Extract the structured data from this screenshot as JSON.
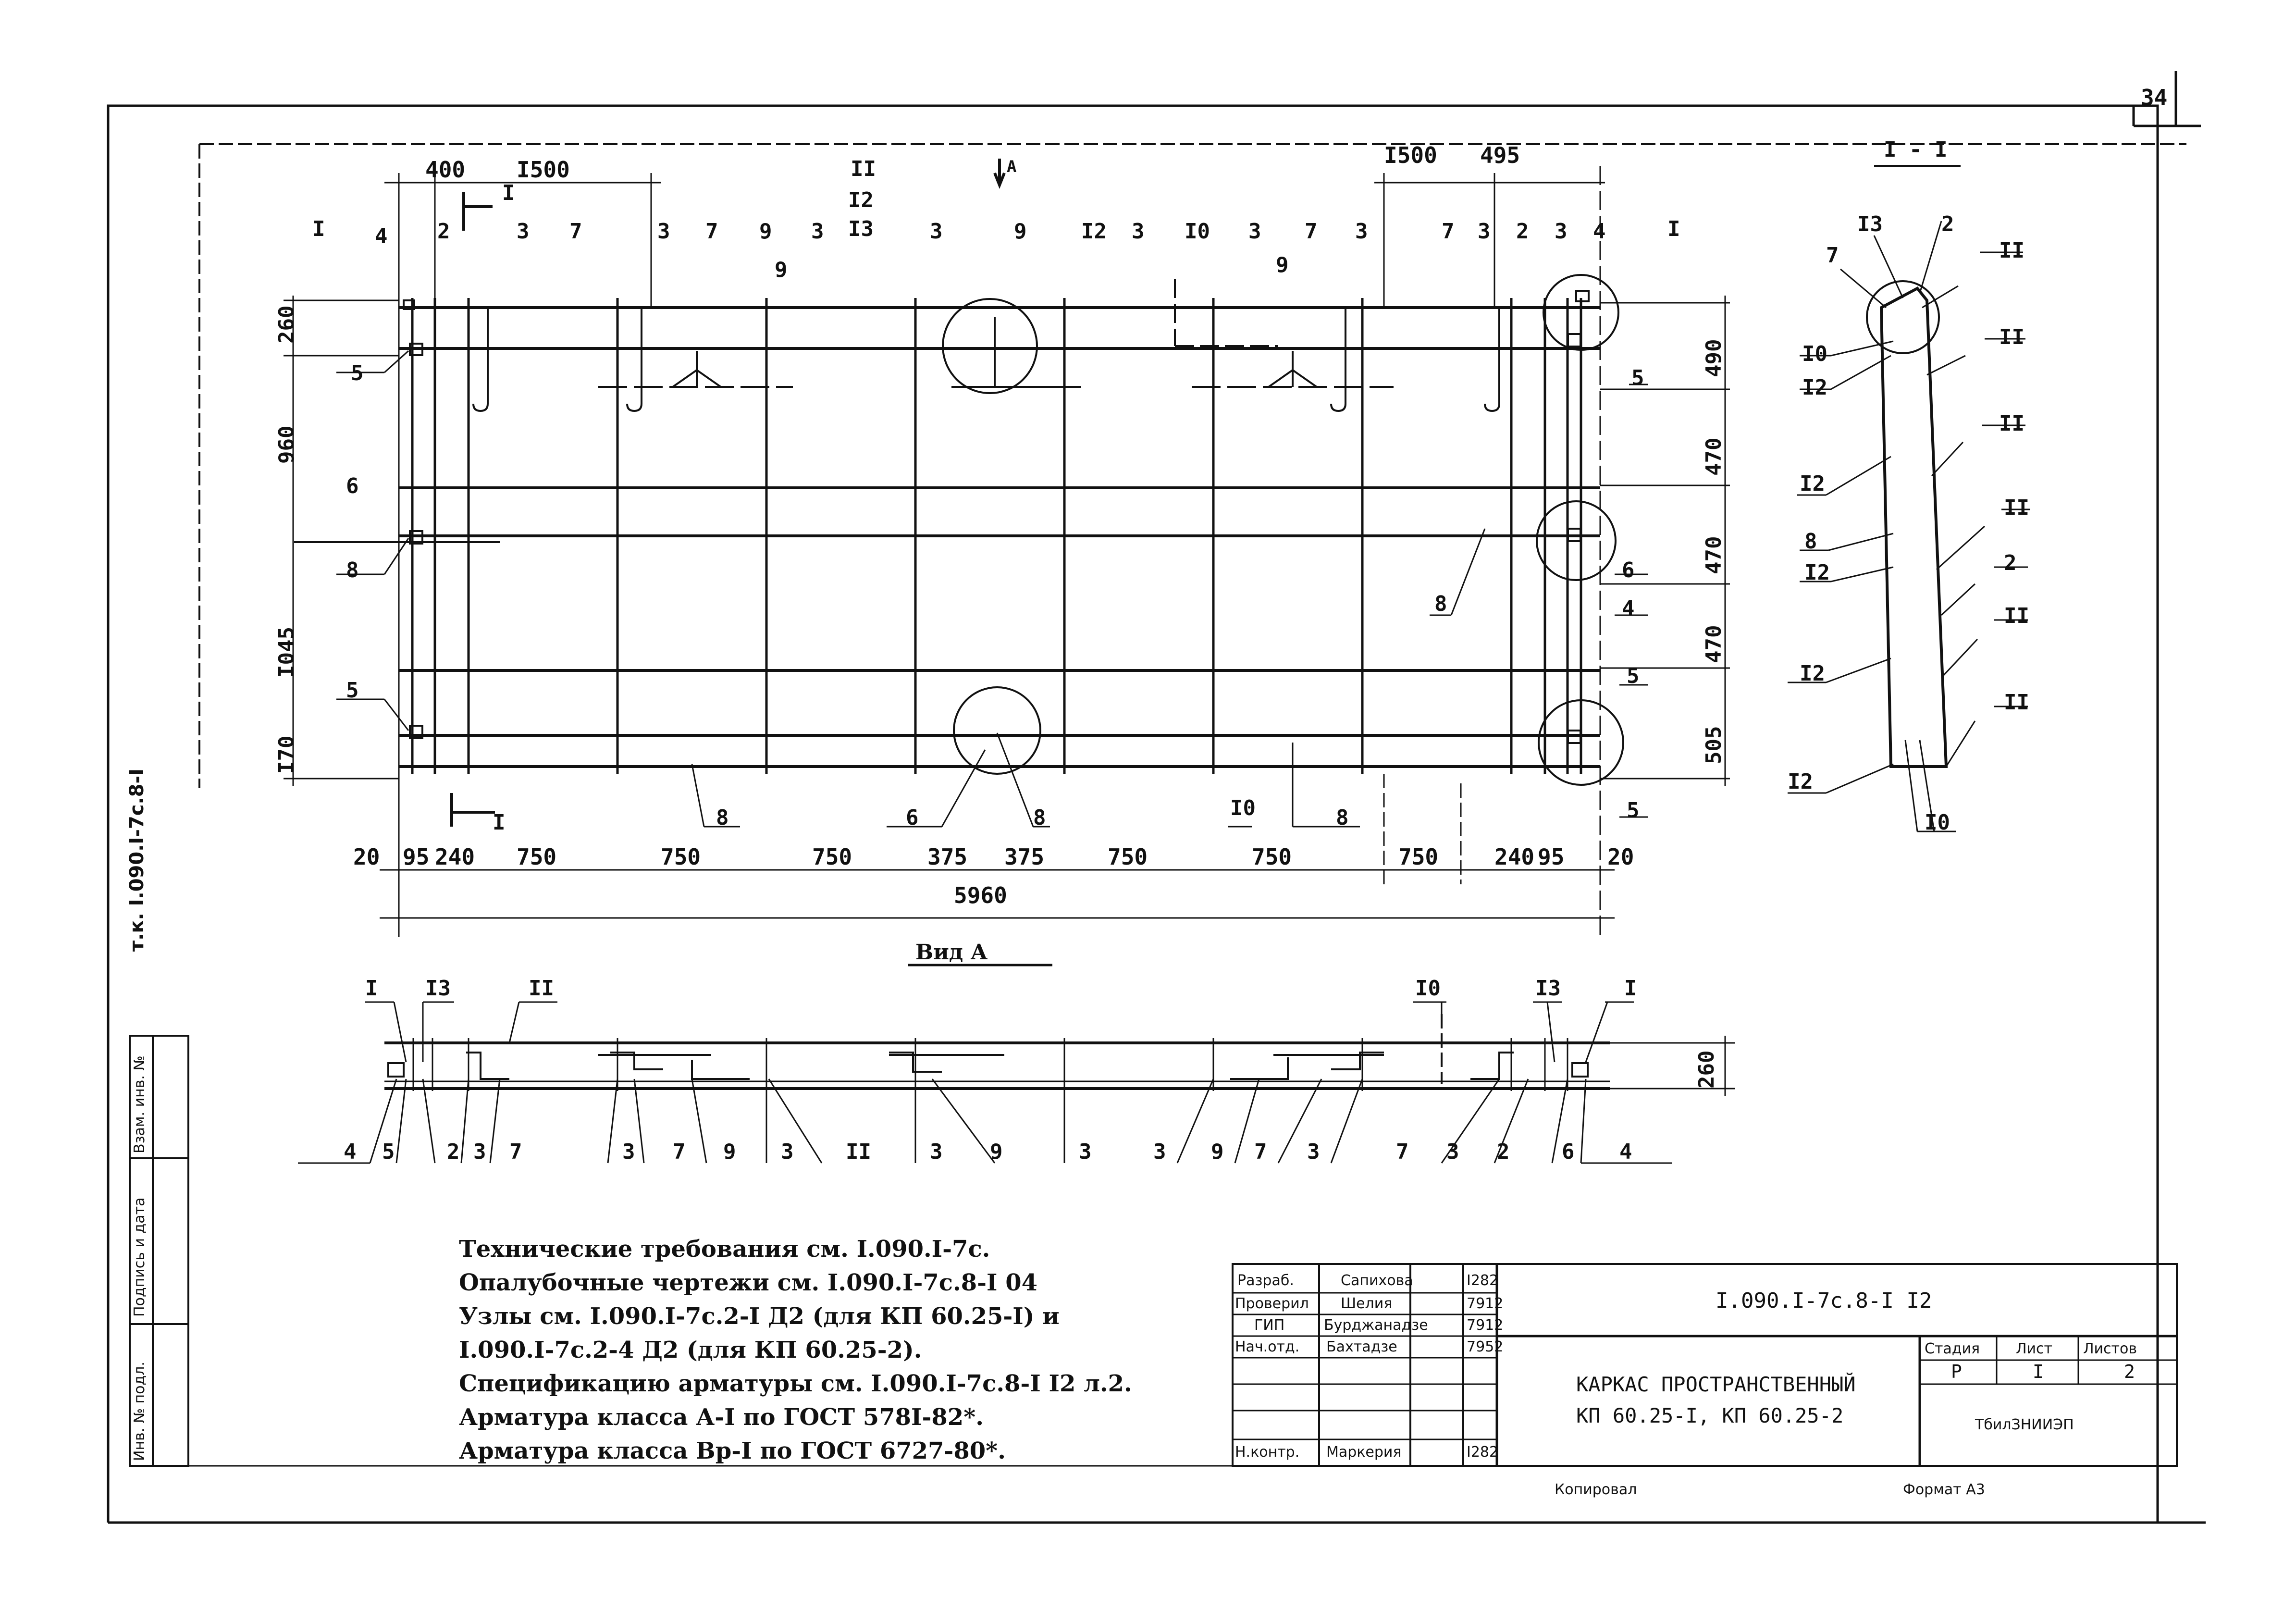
{
  "sheet": {
    "sheet_number": "34",
    "side_code": "т.к. I.090.I-7c.8-I",
    "stamp_columns": [
      "Инв. № подл.",
      "Подпись и дата",
      "Взам. инв. №"
    ],
    "footer_left": "Копировал",
    "footer_right": "Формат А3"
  },
  "plan": {
    "top_dims": [
      "400",
      "I500",
      "I500",
      "495"
    ],
    "section_mark": "I",
    "view_arrow_label": "А",
    "frame_marks": [
      "II",
      "I2",
      "I3"
    ],
    "top_labels": [
      "I",
      "4",
      "2",
      "3",
      "7",
      "3",
      "7",
      "9",
      "3",
      "3",
      "9",
      "I2",
      "3",
      "I0",
      "3",
      "7",
      "3",
      "7",
      "3",
      "2",
      "3",
      "4",
      "I"
    ],
    "left_vertical_dims": [
      "260",
      "960",
      "I045",
      "I70"
    ],
    "right_vertical_dims": [
      "490",
      "470",
      "470",
      "470",
      "505"
    ],
    "left_labels": [
      "5",
      "6",
      "8",
      "5"
    ],
    "right_labels": [
      "5",
      "6",
      "4",
      "8",
      "5",
      "5"
    ],
    "bottom_labels": [
      "8",
      "6",
      "8",
      "I0",
      "8"
    ],
    "bottom_dims": [
      "20",
      "95",
      "240",
      "750",
      "750",
      "750",
      "375",
      "375",
      "750",
      "750",
      "750",
      "240",
      "95",
      "20"
    ],
    "total_dim": "5960",
    "inner_labels": [
      "9",
      "9"
    ]
  },
  "section": {
    "title": "I - I",
    "labels": [
      "I3",
      "2",
      "7",
      "II",
      "I0",
      "I2",
      "II",
      "I2",
      "II",
      "8",
      "II",
      "I2",
      "2",
      "I2",
      "II",
      "I2",
      "II",
      "I0"
    ]
  },
  "view_a": {
    "title": "Вид А",
    "top_labels": [
      "I",
      "I3",
      "II",
      "I0",
      "I3",
      "I"
    ],
    "bottom_labels": [
      "4",
      "5",
      "2",
      "3",
      "7",
      "3",
      "7",
      "9",
      "3",
      "II",
      "3",
      "9",
      "3",
      "3",
      "9",
      "7",
      "3",
      "7",
      "3",
      "2",
      "6",
      "4"
    ],
    "height_dim": "260"
  },
  "notes": [
    "Технические требования см. I.090.I-7с.",
    "Опалубочные чертежи см. I.090.I-7с.8-I 04",
    "Узлы см. I.090.I-7с.2-I Д2 (для КП 60.25-I) и",
    "I.090.I-7с.2-4 Д2 (для КП 60.25-2).",
    "Спецификацию арматуры см. I.090.I-7с.8-I I2 л.2.",
    "Арматура класса А-I по ГОСТ 578I-82*.",
    "Арматура класса Вр-I по ГОСТ 6727-80*."
  ],
  "title_block": {
    "rows": [
      {
        "role": "Разраб.",
        "name": "Сапихова",
        "date": "I282"
      },
      {
        "role": "Проверил",
        "name": "Шелия",
        "date": "7912"
      },
      {
        "role": "ГИП",
        "name": "Бурджанадзе",
        "date": "7912"
      },
      {
        "role": "Нач.отд.",
        "name": "Бахтадзе",
        "date": "7952"
      },
      {
        "role": "",
        "name": "",
        "date": ""
      },
      {
        "role": "",
        "name": "",
        "date": ""
      },
      {
        "role": "Н.контр.",
        "name": "Маркерия",
        "date": "I282"
      }
    ],
    "doc_code": "I.090.I-7с.8-I I2",
    "title_line1": "КАРКАС ПРОСТРАНСТВЕННЫЙ",
    "title_line2": "КП 60.25-I, КП 60.25-2",
    "stage_label": "Стадия",
    "sheet_label": "Лист",
    "sheets_label": "Листов",
    "stage_value": "Р",
    "sheet_value": "I",
    "sheets_value": "2",
    "org": "ТбилЗНИИЭП"
  }
}
